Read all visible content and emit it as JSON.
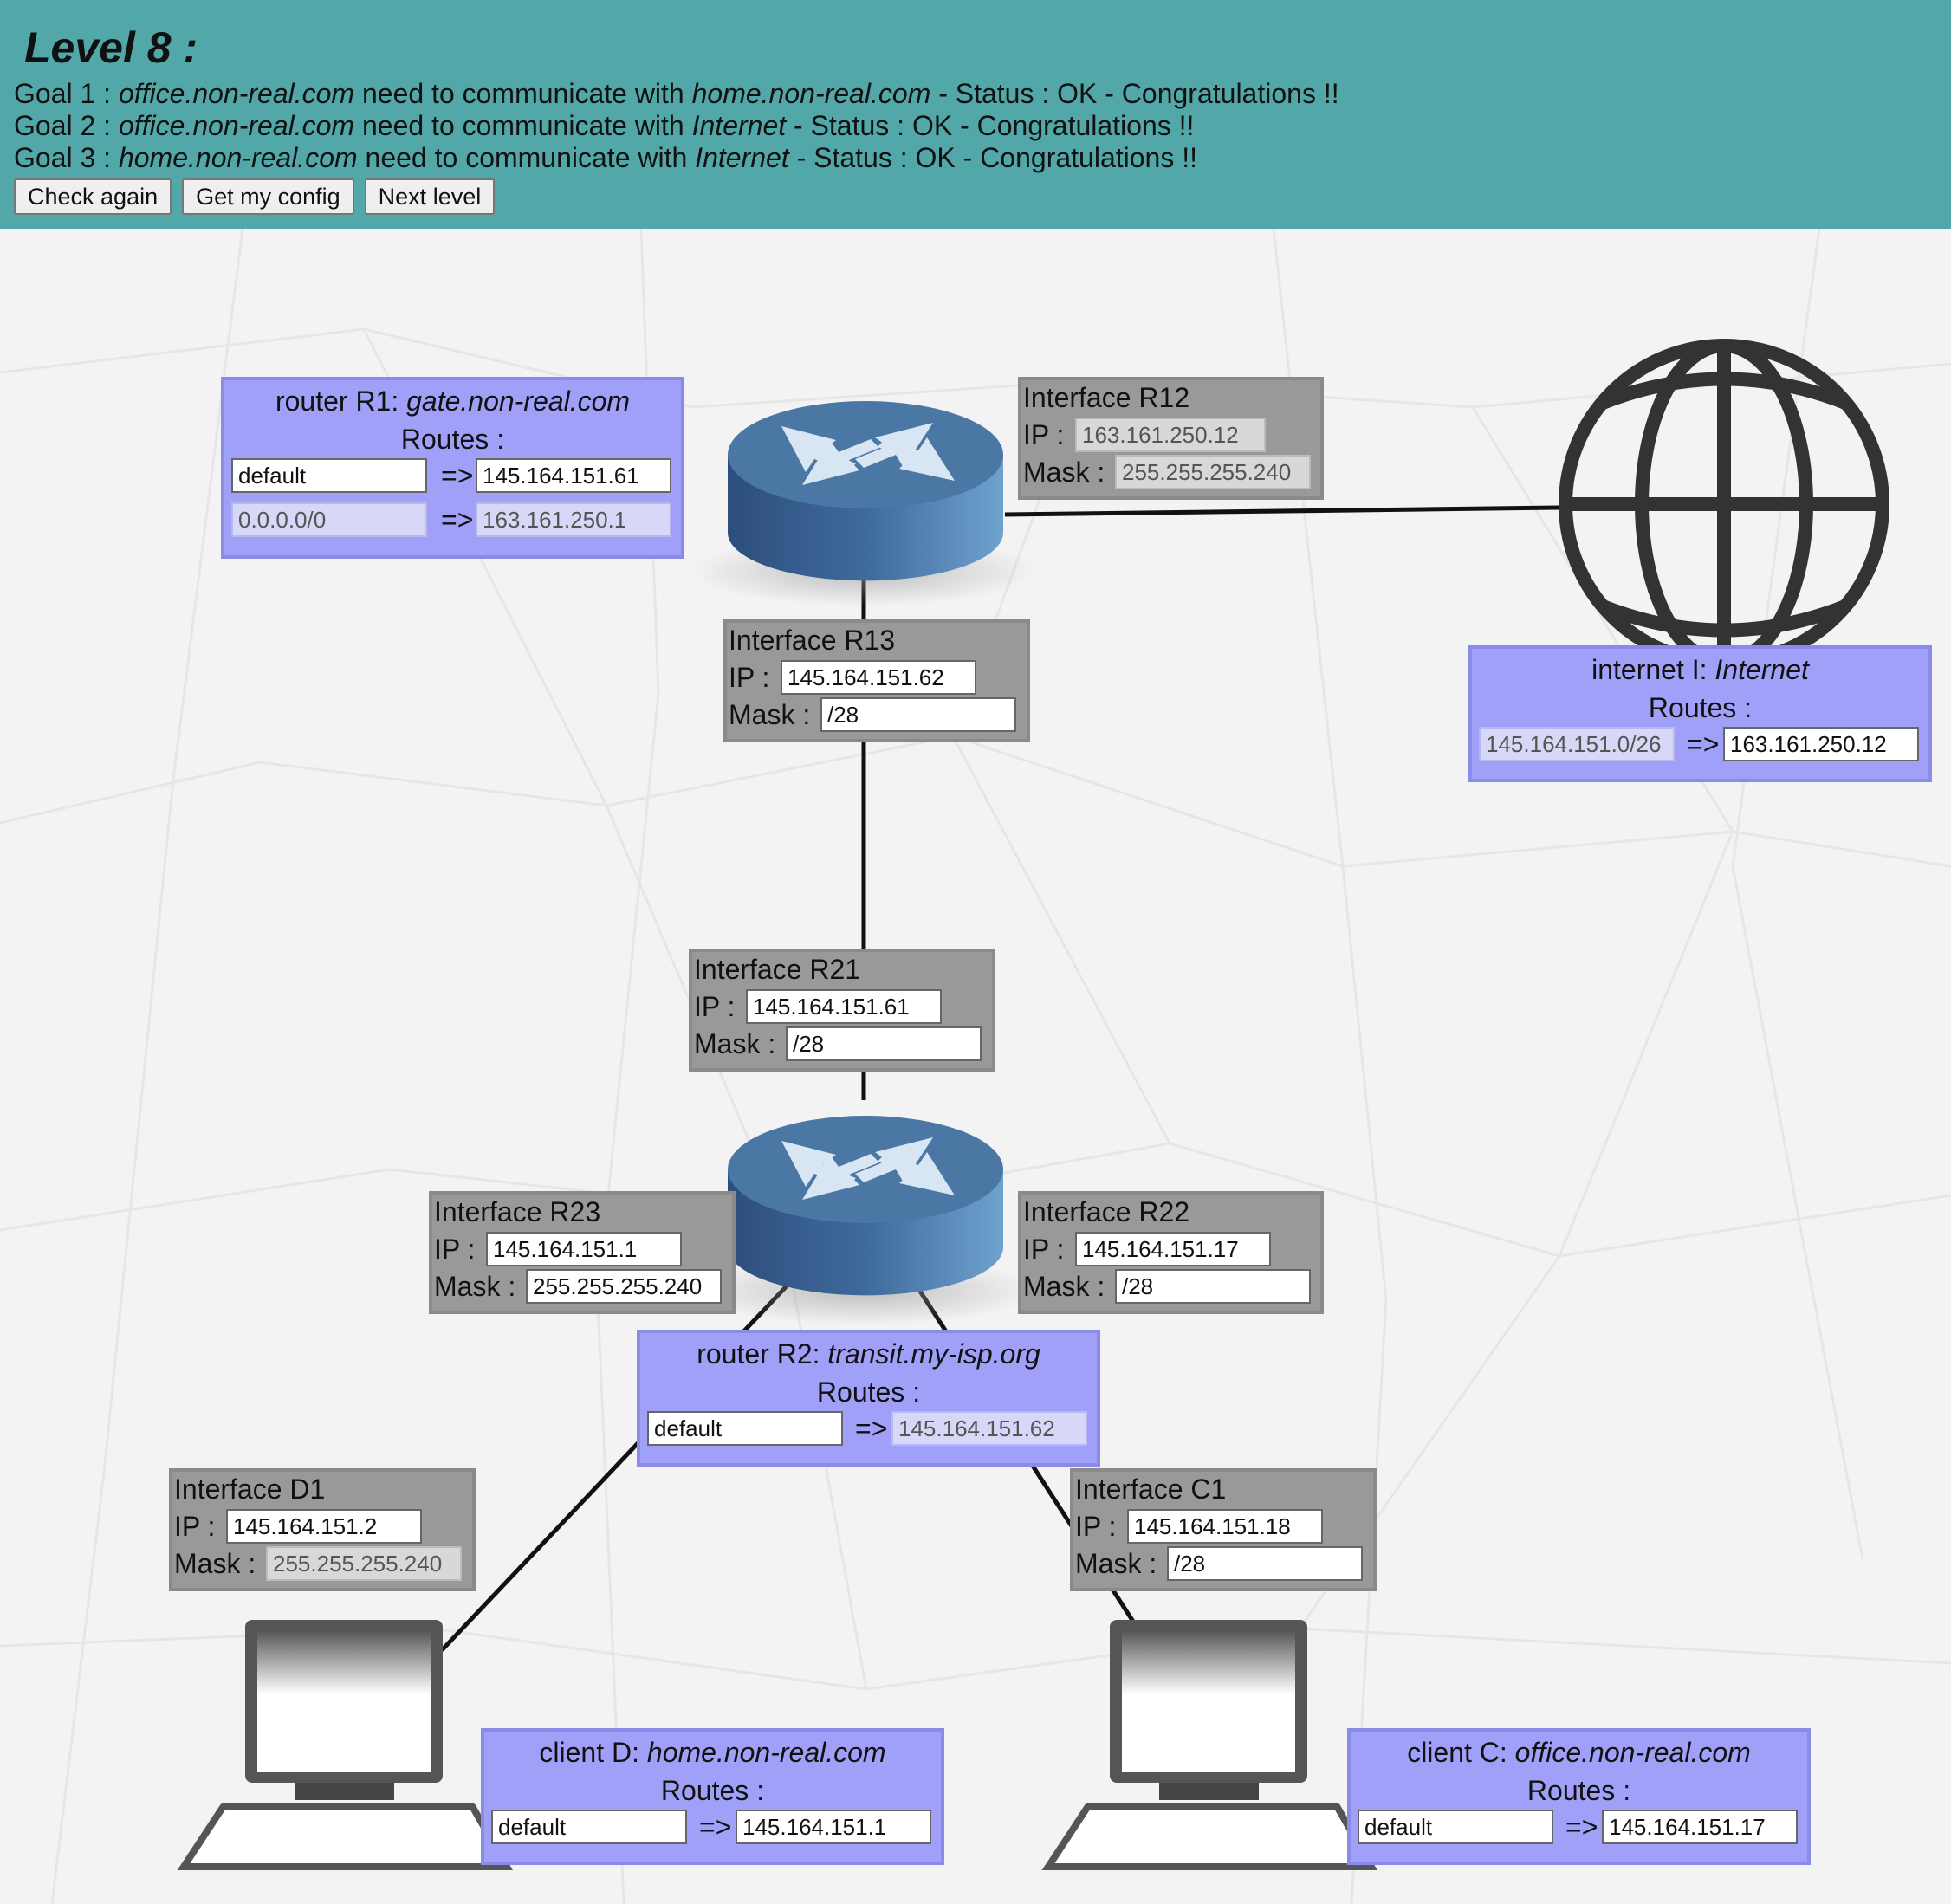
{
  "header": {
    "title": "Level 8 :",
    "goals": [
      {
        "prefix": "Goal 1 : ",
        "src": "office.non-real.com",
        "mid": " need to communicate with ",
        "dst": "home.non-real.com",
        "status": " - Status : OK - Congratulations !!"
      },
      {
        "prefix": "Goal 2 : ",
        "src": "office.non-real.com",
        "mid": " need to communicate with ",
        "dst": "Internet",
        "status": " - Status : OK - Congratulations !!"
      },
      {
        "prefix": "Goal 3 : ",
        "src": "home.non-real.com",
        "mid": " need to communicate with ",
        "dst": "Internet",
        "status": " - Status : OK - Congratulations !!"
      }
    ],
    "buttons": {
      "check": "Check again",
      "config": "Get my config",
      "next": "Next level"
    }
  },
  "labels": {
    "routes": "Routes :",
    "arrow": "=>",
    "ip": "IP :",
    "mask": "Mask :"
  },
  "router_r1": {
    "label": "router R1: ",
    "host": "gate.non-real.com",
    "routes": [
      {
        "dest": "default",
        "gw": "145.164.151.61"
      },
      {
        "dest": "0.0.0.0/0",
        "gw": "163.161.250.1"
      }
    ]
  },
  "router_r2": {
    "label": "router R2: ",
    "host": "transit.my-isp.org",
    "routes": [
      {
        "dest": "default",
        "gw": "145.164.151.62"
      }
    ]
  },
  "internet_i": {
    "label": "internet I: ",
    "host": "Internet",
    "routes": [
      {
        "dest": "145.164.151.0/26",
        "gw": "163.161.250.12"
      }
    ]
  },
  "client_d": {
    "label": "client D: ",
    "host": "home.non-real.com",
    "routes": [
      {
        "dest": "default",
        "gw": "145.164.151.1"
      }
    ]
  },
  "client_c": {
    "label": "client C: ",
    "host": "office.non-real.com",
    "routes": [
      {
        "dest": "default",
        "gw": "145.164.151.17"
      }
    ]
  },
  "interfaces": {
    "r12": {
      "name": "Interface R12",
      "ip": "163.161.250.12",
      "mask": "255.255.255.240"
    },
    "r13": {
      "name": "Interface R13",
      "ip": "145.164.151.62",
      "mask": "/28"
    },
    "r21": {
      "name": "Interface R21",
      "ip": "145.164.151.61",
      "mask": "/28"
    },
    "r23": {
      "name": "Interface R23",
      "ip": "145.164.151.1",
      "mask": "255.255.255.240"
    },
    "r22": {
      "name": "Interface R22",
      "ip": "145.164.151.17",
      "mask": "/28"
    },
    "d1": {
      "name": "Interface D1",
      "ip": "145.164.151.2",
      "mask": "255.255.255.240"
    },
    "c1": {
      "name": "Interface C1",
      "ip": "145.164.151.18",
      "mask": "/28"
    }
  },
  "colors": {
    "header": "#52a7a8",
    "node_panel": "#a0a0f8",
    "interface_panel": "#999999",
    "router": "#4a7aa7"
  }
}
